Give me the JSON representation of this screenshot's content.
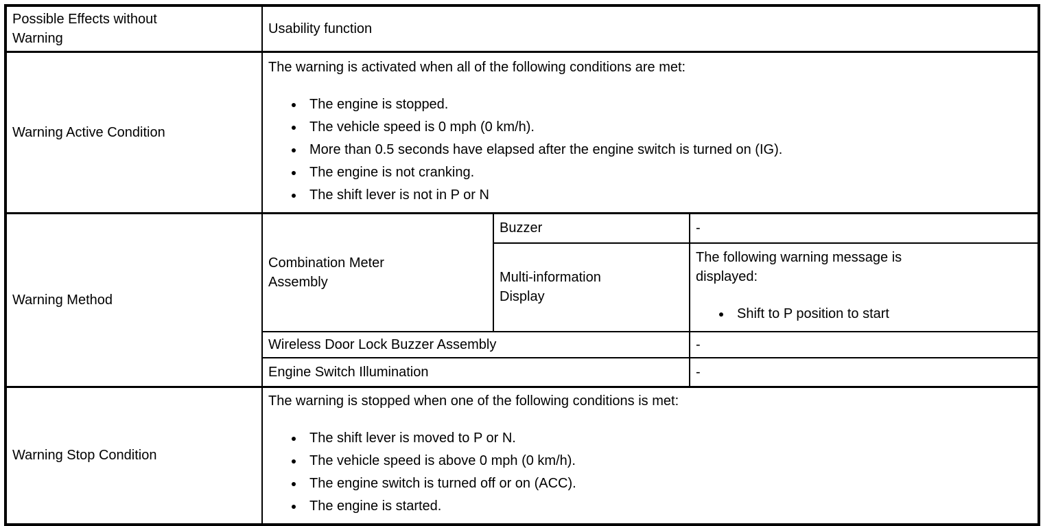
{
  "colors": {
    "border": "#000000",
    "background": "#ffffff",
    "text": "#000000"
  },
  "table": {
    "header": {
      "left": "Possible Effects without Warning",
      "right": "Usability function"
    },
    "active": {
      "label": "Warning Active Condition",
      "intro": "The warning is activated when all of the following conditions are met:",
      "bullets": [
        "The engine is stopped.",
        "The vehicle speed is 0 mph (0 km/h).",
        "More than 0.5 seconds have elapsed after the engine switch is turned on (IG).",
        "The engine is not cranking.",
        "The shift lever is not in P or N"
      ]
    },
    "method": {
      "label": "Warning Method",
      "combination_meter": "Combination Meter Assembly",
      "buzzer": {
        "label": "Buzzer",
        "value": "-"
      },
      "mid": {
        "label": "Multi-information Display",
        "intro": "The following warning message is displayed:",
        "bullets": [
          "Shift to P position to start"
        ]
      },
      "wireless": {
        "label": "Wireless Door Lock Buzzer Assembly",
        "value": "-"
      },
      "engine_switch": {
        "label": "Engine Switch Illumination",
        "value": "-"
      }
    },
    "stop": {
      "label": "Warning Stop Condition",
      "intro": "The warning is stopped when one of the following conditions is met:",
      "bullets": [
        "The shift lever is moved to P or N.",
        "The vehicle speed is above 0 mph (0 km/h).",
        "The engine switch is turned off or on (ACC).",
        "The engine is started."
      ]
    }
  }
}
